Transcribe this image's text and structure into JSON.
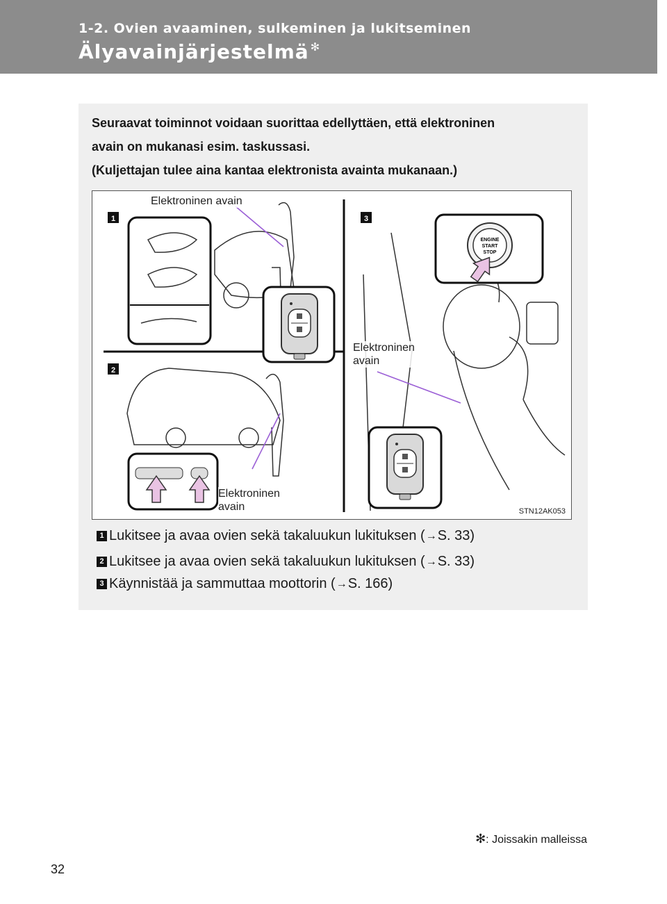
{
  "header": {
    "section": "1-2. Ovien avaaminen, sulkeminen ja lukitseminen",
    "title": "Älyavainjärjestelmä",
    "title_mark": "✻"
  },
  "intro": {
    "line1": "Seuraavat toiminnot voidaan suorittaa edellyttäen, että elektroninen",
    "line2": "avain on mukanasi esim. taskussasi.",
    "line3": "(Kuljettajan tulee aina kantaa elektronista avainta mukanaan.)"
  },
  "illustration": {
    "labels": {
      "key_top": "Elektroninen avain",
      "key_right_1": "Elektroninen",
      "key_right_2": "avain",
      "key_bottom_1": "Elektroninen",
      "key_bottom_2": "avain"
    },
    "panel_numbers": [
      "1",
      "2",
      "3"
    ],
    "button_text": [
      "ENGINE",
      "START",
      "STOP"
    ],
    "figure_code": "STN12AK053",
    "accent_color": "#9b5fd6",
    "arrow_fill": "#e9c3e3"
  },
  "legend": [
    {
      "num": "1",
      "text": "Lukitsee ja avaa ovien sekä takaluukun lukituksen (",
      "arrow": "→",
      "ref": "S. 33)"
    },
    {
      "num": "2",
      "text": "Lukitsee ja avaa ovien sekä takaluukun lukituksen (",
      "arrow": "→",
      "ref": "S. 33)"
    },
    {
      "num": "3",
      "text": "Käynnistää ja sammuttaa moottorin (",
      "arrow": "→",
      "ref": "S. 166)"
    }
  ],
  "footnote": {
    "mark": "✻",
    "text": ": Joissakin malleissa"
  },
  "page_number": "32"
}
